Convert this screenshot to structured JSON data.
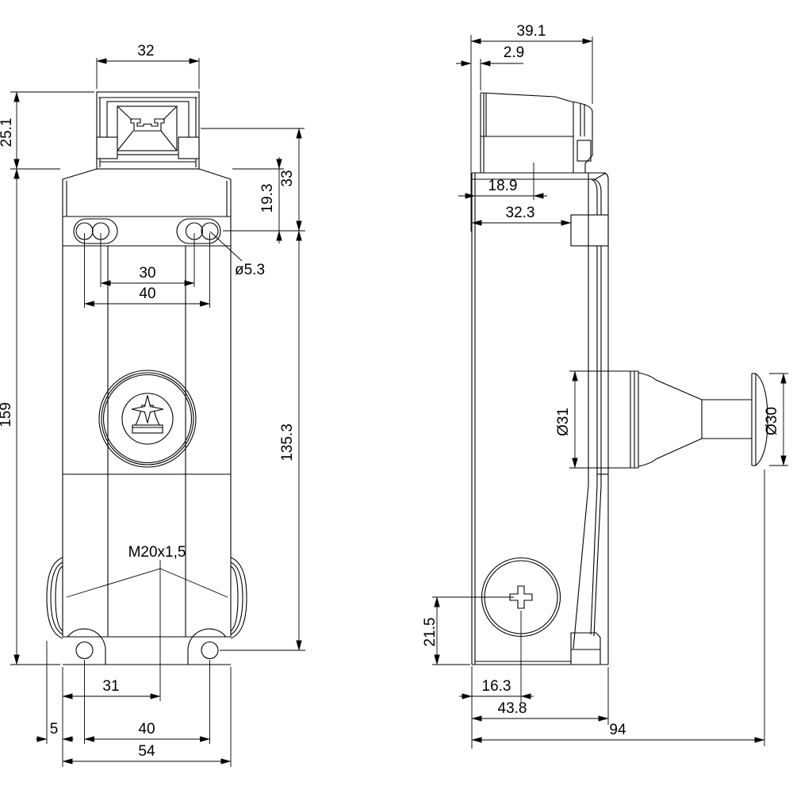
{
  "drawing": {
    "background_color": "#ffffff",
    "line_color": "#000000",
    "front_view": {
      "dims": {
        "head_width": "32",
        "head_height": "25.1",
        "body_height": "159",
        "holes_to_body_top": "19.3",
        "holes_to_head_axis": "33",
        "hole_spacing_inner": "30",
        "hole_spacing_outer": "40",
        "mounting_hole_diameter": "ø5.3",
        "hole_rows_spacing": "135.3",
        "cable_gland_thread": "M20x1,5",
        "base_edge_to_gland_axis": "31",
        "gland_boss_protrusion": "5",
        "base_hole_spacing": "40",
        "base_width": "54"
      }
    },
    "side_view": {
      "dims": {
        "head_depth": "39.1",
        "front_face_to_head": "2.9",
        "front_face_to_head_axis": "18.9",
        "front_face_to_clamp_block": "32.3",
        "release_button_base_diameter": "Ø31",
        "release_button_cap_diameter": "Ø30",
        "screw_axis_to_base": "21.5",
        "front_face_to_screw_axis": "16.3",
        "body_depth": "43.8",
        "overall_depth": "94"
      }
    }
  }
}
